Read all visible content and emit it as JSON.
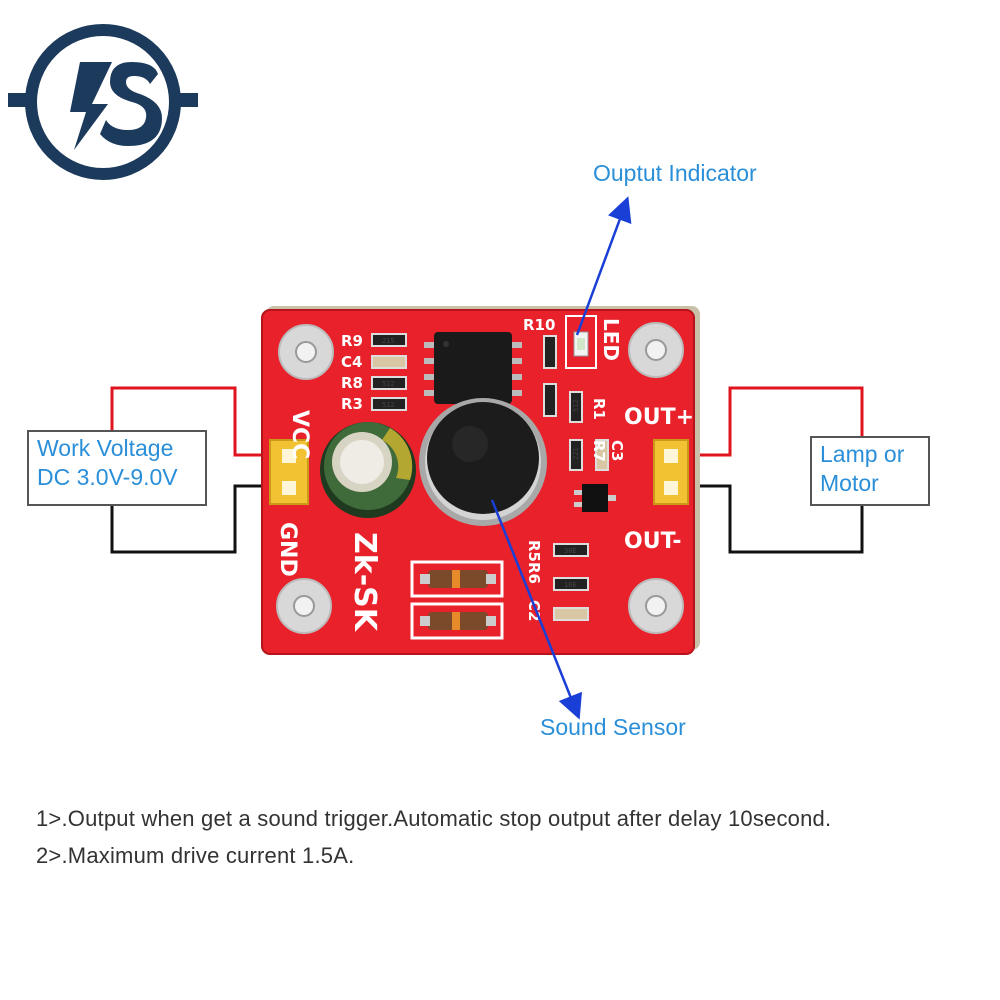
{
  "logo": {
    "letters": "IS",
    "icon": "brand-logo-icon"
  },
  "callouts": {
    "output_indicator": "Ouptut Indicator",
    "sound_sensor": "Sound Sensor"
  },
  "boxes": {
    "work_voltage_line1": "Work Voltage",
    "work_voltage_line2": "DC 3.0V-9.0V",
    "load_line1": "Lamp or",
    "load_line2": "Motor"
  },
  "board": {
    "model": "Zk-SK",
    "pin_vcc": "VCC",
    "pin_gnd": "GND",
    "pin_out_plus": "OUT+",
    "pin_out_minus": "OUT-",
    "led_label": "LED",
    "ref_r10": "R10",
    "ref_r9": "R9",
    "ref_c4": "C4",
    "ref_r8": "R8",
    "ref_r3": "R3",
    "ref_r1": "R1",
    "ref_r7": "R7",
    "ref_c3": "C3",
    "ref_r5r6": "R5R6",
    "ref_c2": "C2",
    "chip_codes": [
      "215",
      "512",
      "512",
      "512",
      "221",
      "30E",
      "10E"
    ]
  },
  "notes": {
    "line1": "1>.Output when get a sound trigger.Automatic stop output after delay 10second.",
    "line2": "2>.Maximum drive current 1.5A."
  },
  "colors": {
    "accent_blue": "#2a8fd8",
    "arrow_blue": "#1a3fd6",
    "pcb_red": "#e8212a",
    "wire_red": "#e0141e",
    "wire_black": "#111111",
    "logo_navy": "#1c3a5c"
  }
}
